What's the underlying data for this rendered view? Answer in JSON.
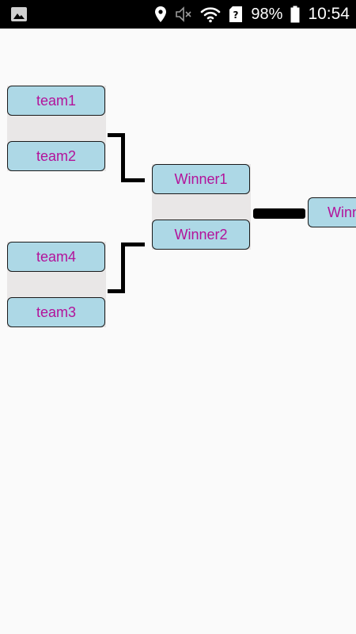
{
  "status_bar": {
    "battery_percent": "98%",
    "time": "10:54",
    "icons": [
      "image-icon",
      "location-icon",
      "mute-icon",
      "wifi-icon",
      "sim-unknown-icon",
      "battery-icon"
    ]
  },
  "bracket": {
    "round1": {
      "match1": {
        "top": "team1",
        "bottom": "team2"
      },
      "match2": {
        "top": "team4",
        "bottom": "team3"
      }
    },
    "round2": {
      "match1": {
        "top": "Winner1",
        "bottom": "Winner2"
      }
    },
    "round3": {
      "final_partial": "Winn"
    }
  },
  "colors": {
    "status_bar_bg": "#000000",
    "page_bg": "#fafafa",
    "box_fill": "#add8e6",
    "box_text": "#b3129a",
    "match_bg": "#e9e7e7",
    "connector": "#000000"
  }
}
